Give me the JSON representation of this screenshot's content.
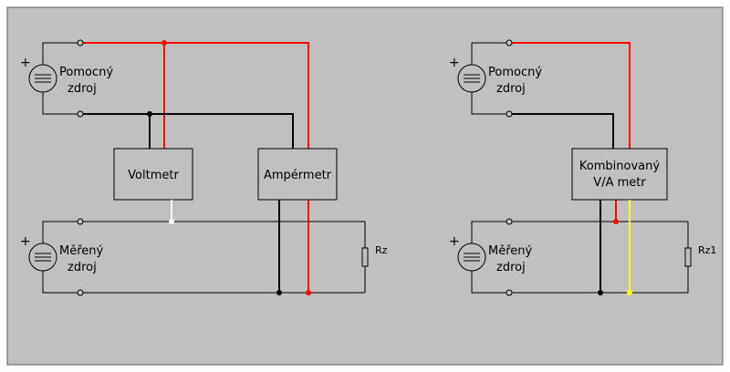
{
  "colors": {
    "background": "#c0c0c0",
    "wire_black": "#000000",
    "wire_red": "#ff0000",
    "wire_white": "#ffffff",
    "wire_yellow": "#ffff00"
  },
  "left": {
    "aux_source": {
      "plus": "+",
      "line1": "Pomocný",
      "line2": "zdroj"
    },
    "measured_source": {
      "plus": "+",
      "line1": "Měřený",
      "line2": "zdroj"
    },
    "voltmeter": "Voltmetr",
    "ammeter": "Ampérmetr",
    "load": "Rz"
  },
  "right": {
    "aux_source": {
      "plus": "+",
      "line1": "Pomocný",
      "line2": "zdroj"
    },
    "measured_source": {
      "plus": "+",
      "line1": "Měřený",
      "line2": "zdroj"
    },
    "meter_line1": "Kombinovaný",
    "meter_line2": "V/A metr",
    "load": "Rz1"
  }
}
